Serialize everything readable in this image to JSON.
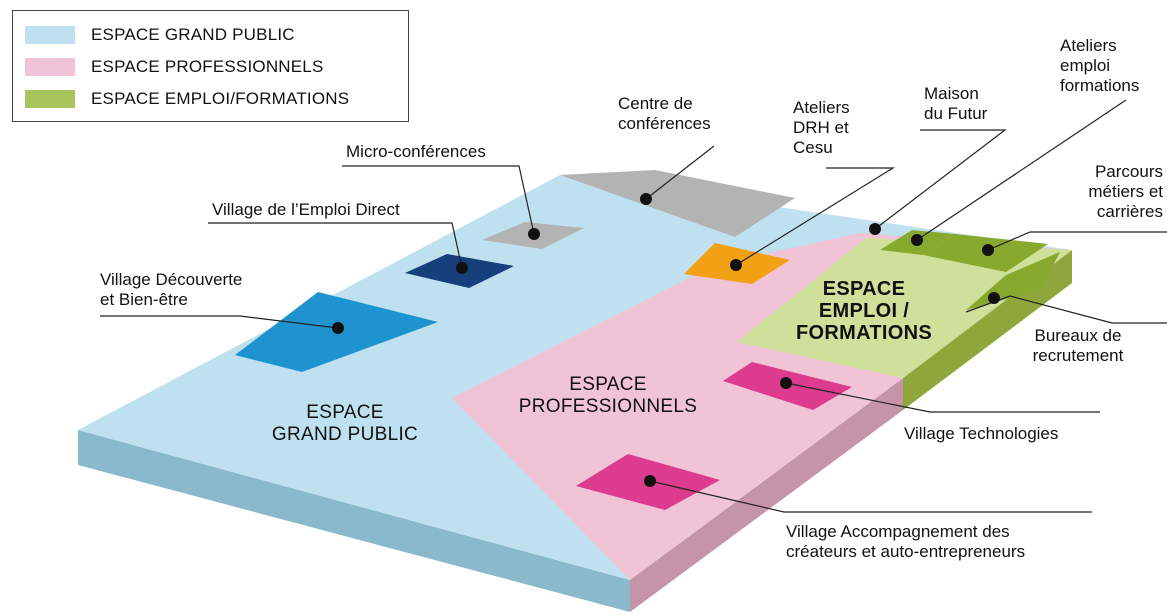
{
  "colors": {
    "grand_public_top": "#bfe0ef",
    "grand_public_side": "#8ab9cc",
    "professionnels_top": "#f0c3d7",
    "professionnels_side": "#c594a9",
    "emploi_top": "#cfe09a",
    "emploi_side": "#8ea63a",
    "emploi_legend": "#a9c45a",
    "grey_zone": "#b3b3b3",
    "dark_blue": "#163f7c",
    "mid_blue": "#1f93cf",
    "orange": "#f2a014",
    "magenta": "#dd3b8e",
    "green_block": "#86a92e",
    "dot": "#111111",
    "leader": "#222222"
  },
  "legend": [
    {
      "label": "ESPACE GRAND PUBLIC",
      "color": "#bfe0ef"
    },
    {
      "label": "ESPACE PROFESSIONNELS",
      "color": "#f0c3d7"
    },
    {
      "label": "ESPACE EMPLOI/FORMATIONS",
      "color": "#a9c45a"
    }
  ],
  "zones": {
    "grand_public": [
      "ESPACE",
      "GRAND PUBLIC"
    ],
    "professionnels": [
      "ESPACE",
      "PROFESSIONNELS"
    ],
    "emploi": [
      "ESPACE",
      "EMPLOI /",
      "FORMATIONS"
    ]
  },
  "callouts": {
    "centre_conferences": [
      "Centre de",
      "conférences"
    ],
    "micro_conferences": [
      "Micro-conférences"
    ],
    "village_emploi_direct": [
      "Village de l’Emploi Direct"
    ],
    "village_decouverte": [
      "Village Découverte",
      "et Bien-être"
    ],
    "ateliers_drh": [
      "Ateliers",
      "DRH et",
      "Cesu"
    ],
    "maison_futur": [
      "Maison",
      "du Futur"
    ],
    "ateliers_emploi": [
      "Ateliers",
      "emploi",
      "formations"
    ],
    "parcours_metiers": [
      "Parcours",
      "métiers et",
      "carrières"
    ],
    "bureaux_recrutement": [
      "Bureaux de",
      "recrutement"
    ],
    "village_technologies": [
      "Village Technologies"
    ],
    "village_accompagnement": [
      "Village Accompagnement des",
      "créateurs et auto-entrepreneurs"
    ]
  }
}
